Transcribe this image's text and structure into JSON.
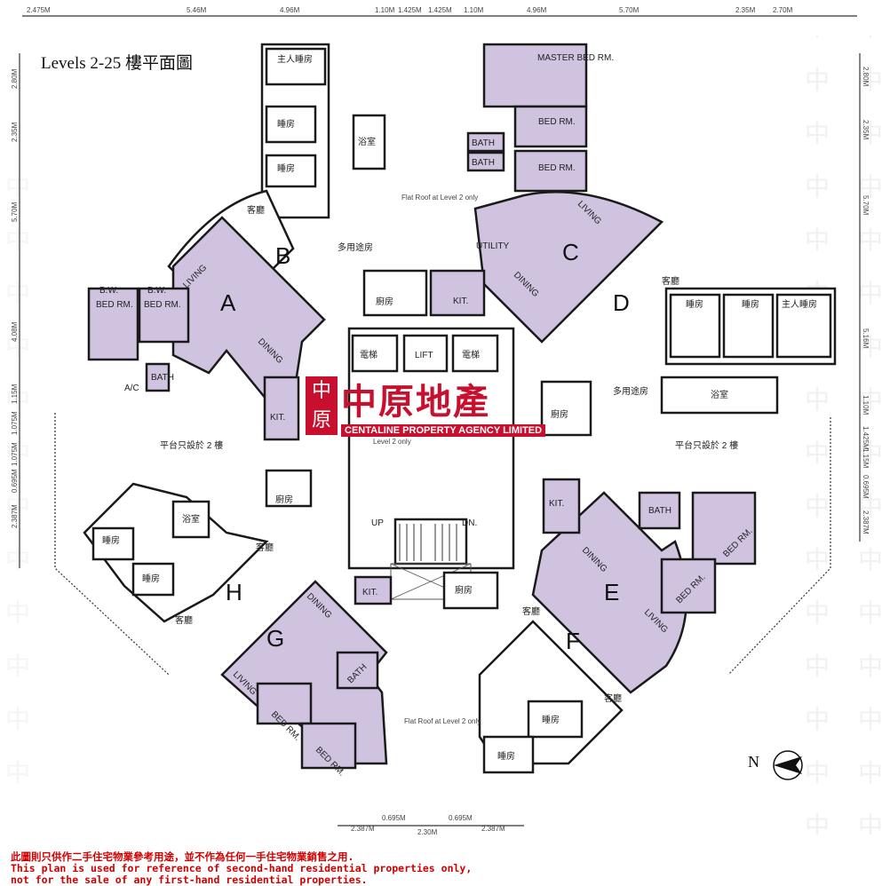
{
  "title": "Levels 2-25 樓平面圖",
  "brand": {
    "logo": "中原",
    "cn": "中原地產",
    "en": "CENTALINE PROPERTY AGENCY LIMITED"
  },
  "disclaimer": {
    "line1": "此圖則只供作二手住宅物業參考用途，並不作為任何一手住宅物業銷售之用.",
    "line2": "This plan is used for reference of second-hand residential properties only,",
    "line3": " not for the sale of any first-hand residential properties."
  },
  "north": "N",
  "flats": [
    "A",
    "B",
    "C",
    "D",
    "E",
    "F",
    "G",
    "H"
  ],
  "rooms": {
    "master_bed": "MASTER BED RM.",
    "bed": "BED RM.",
    "bath": "BATH",
    "living": "LIVING",
    "dining": "DINING",
    "kit": "KIT.",
    "utility": "UTILITY",
    "bw": "B.W.",
    "ac": "A/C",
    "cn_master": "主人睡房",
    "cn_bed": "睡房",
    "cn_bath": "浴室",
    "cn_kitchen": "廚房",
    "cn_living": "客廳",
    "cn_util": "多用途房",
    "lift": "LIFT",
    "cn_lift": "電梯",
    "up": "UP",
    "dn": "DN."
  },
  "notes": {
    "flat_roof_top": "Flat Roof at Level 2 only",
    "flat_roof_bottom": "Flat Roof at Level 2 only",
    "level2": "Level 2 only",
    "cn_roof": "平台只設於 2 樓"
  },
  "dims_top": [
    "2.475M",
    "5.46M",
    "4.96M",
    "1.10M",
    "1.425M",
    "1.425M",
    "1.10M",
    "4.96M",
    "5.70M",
    "2.35M",
    "2.70M"
  ],
  "dims_bottom": [
    "2.387M",
    "0.695M",
    "2.30M",
    "0.695M",
    "2.387M"
  ],
  "dims_left": [
    "2.80M",
    "2.35M",
    "5.70M",
    "4.08M",
    "1.15M",
    "1.075M",
    "1.075M",
    "0.695M",
    "2.387M"
  ],
  "dims_right": [
    "2.80M",
    "2.35M",
    "5.70M",
    "5.16M",
    "1.10M",
    "1.425M",
    "1.15M",
    "0.695M",
    "2.387M"
  ]
}
